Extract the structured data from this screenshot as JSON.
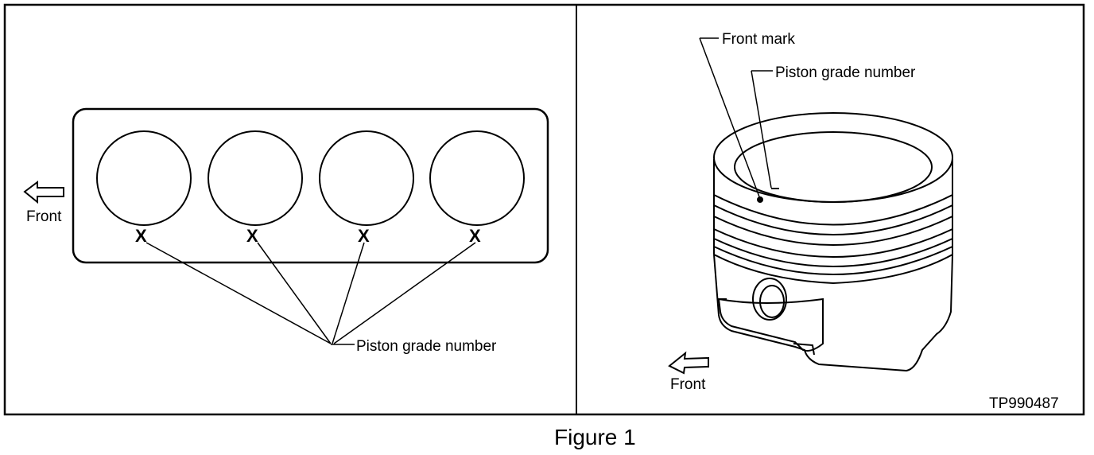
{
  "left_panel": {
    "front_label": "Front",
    "cylinder_marks": [
      "X",
      "X",
      "X",
      "X"
    ],
    "callout_label": "Piston grade number"
  },
  "right_panel": {
    "front_mark_label": "Front mark",
    "grade_label": "Piston grade number",
    "front_label": "Front",
    "code": "TP990487"
  },
  "caption": "Figure 1"
}
